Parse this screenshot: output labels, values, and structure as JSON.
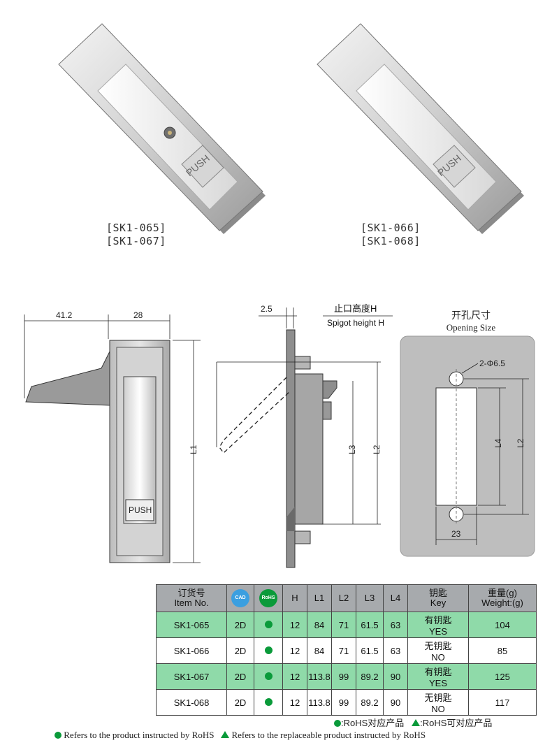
{
  "products": {
    "left_caption": [
      "[SK1-065]",
      "[SK1-067]"
    ],
    "right_caption": [
      "[SK1-066]",
      "[SK1-068]"
    ]
  },
  "drawing": {
    "front_dims": {
      "w1": "41.2",
      "w2": "28",
      "l1": "L1",
      "push": "PUSH"
    },
    "side_dims": {
      "t": "2.5",
      "spigot_cn": "止口高度H",
      "spigot_en": "Spigot height H",
      "l3": "L3",
      "l2": "L2"
    },
    "opening": {
      "title_cn": "开孔尺寸",
      "title_en": "Opening Size",
      "holes": "2-Φ6.5",
      "l4": "L4",
      "l2": "L2",
      "w": "23"
    }
  },
  "table": {
    "headers": {
      "item_cn": "订货号",
      "item_en": "Item No.",
      "cad": "CAD",
      "rohs": "RoHS",
      "h": "H",
      "l1": "L1",
      "l2": "L2",
      "l3": "L3",
      "l4": "L4",
      "key_cn": "钥匙",
      "key_en": "Key",
      "weight_cn": "重量(g)",
      "weight_en": "Weight:(g)"
    },
    "rows": [
      {
        "item": "SK1-065",
        "cad": "2D",
        "h": "12",
        "l1": "84",
        "l2": "71",
        "l3": "61.5",
        "l4": "63",
        "key_cn": "有钥匙",
        "key_en": "YES",
        "weight": "104"
      },
      {
        "item": "SK1-066",
        "cad": "2D",
        "h": "12",
        "l1": "84",
        "l2": "71",
        "l3": "61.5",
        "l4": "63",
        "key_cn": "无钥匙",
        "key_en": "NO",
        "weight": "85"
      },
      {
        "item": "SK1-067",
        "cad": "2D",
        "h": "12",
        "l1": "113.8",
        "l2": "99",
        "l3": "89.2",
        "l4": "90",
        "key_cn": "有钥匙",
        "key_en": "YES",
        "weight": "125"
      },
      {
        "item": "SK1-068",
        "cad": "2D",
        "h": "12",
        "l1": "113.8",
        "l2": "99",
        "l3": "89.2",
        "l4": "90",
        "key_cn": "无钥匙",
        "key_en": "NO",
        "weight": "117"
      }
    ]
  },
  "legend": {
    "cn_dot": ":RoHS对应产品",
    "cn_tri": ":RoHS可对应产品",
    "en_dot": "Refers to the product instructed by RoHS",
    "en_tri": "Refers to the replaceable product instructed by RoHS"
  },
  "colors": {
    "highlight_row": "#8fdaa9",
    "header": "#a7aaad",
    "rohs_green": "#0a9a3a",
    "cad_blue": "#3b9fe0"
  }
}
